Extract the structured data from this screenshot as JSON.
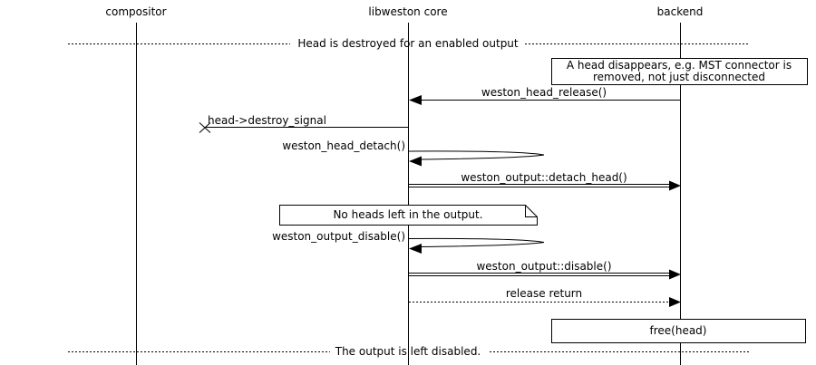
{
  "diagram": {
    "type": "sequence",
    "background_color": "#ffffff",
    "line_color": "#000000",
    "participants": [
      {
        "name": "compositor"
      },
      {
        "name": "libweston core"
      },
      {
        "name": "backend"
      }
    ],
    "dividers": [
      {
        "text": "Head is destroyed for an enabled output"
      },
      {
        "text": "The output is left disabled."
      }
    ],
    "notes": [
      {
        "lines": [
          "A head disappears, e.g. MST connector is",
          "removed, not just disconnected"
        ]
      },
      {
        "text": "No heads left in the output."
      },
      {
        "text": "free(head)"
      }
    ],
    "messages": [
      {
        "label": "weston_head_release()",
        "from": "backend",
        "to": "libweston core",
        "style": "solid-call"
      },
      {
        "label": "head->destroy_signal",
        "from": "libweston core",
        "to": "lost",
        "style": "lost-x"
      },
      {
        "label": "weston_head_detach()",
        "from": "libweston core",
        "to": "libweston core",
        "style": "self"
      },
      {
        "label": "weston_output::detach_head()",
        "from": "libweston core",
        "to": "backend",
        "style": "double-call"
      },
      {
        "label": "weston_output_disable()",
        "from": "libweston core",
        "to": "libweston core",
        "style": "self"
      },
      {
        "label": "weston_output::disable()",
        "from": "libweston core",
        "to": "backend",
        "style": "double-call"
      },
      {
        "label": "release return",
        "from": "libweston core",
        "to": "backend",
        "style": "dotted-return"
      }
    ]
  }
}
